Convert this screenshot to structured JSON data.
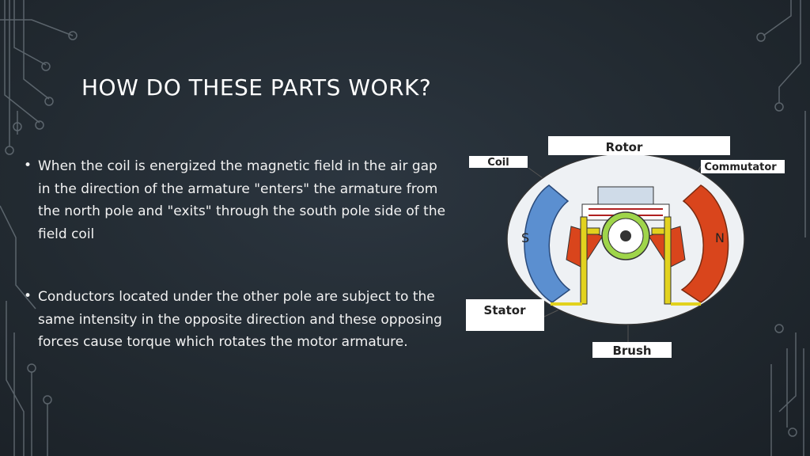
{
  "slide": {
    "title": "HOW DO THESE PARTS WORK?",
    "bullets": [
      "When the coil is energized the magnetic field in the air gap in the direction of the armature \"enters\" the armature from the north pole and \"exits\" through the south pole side of the field coil",
      "Conductors located under the other pole are subject to the same intensity in the opposite direction and these opposing forces cause torque which rotates the motor armature."
    ],
    "bullet_symbol": "•"
  },
  "diagram": {
    "labels": {
      "rotor": "Rotor",
      "coil": "Coil",
      "commutator": "Commutator",
      "stator": "Stator",
      "brush": "Brush",
      "south_pole": "S",
      "north_pole": "N"
    },
    "colors": {
      "south_pole": "#5b8fd0",
      "north_pole": "#d9451c",
      "brush": "#e2d21e",
      "label_bg": "#ffffff"
    }
  }
}
